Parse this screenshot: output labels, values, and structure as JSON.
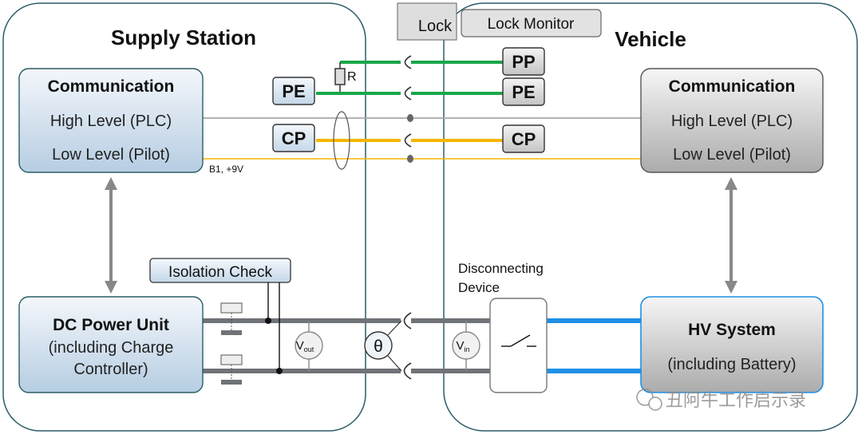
{
  "supply_station": {
    "title": "Supply Station",
    "communication": {
      "title": "Communication",
      "high": "High Level (PLC)",
      "low": "Low Level (Pilot)"
    },
    "dc_power_unit": {
      "line1": "DC Power Unit",
      "line2": "(including Charge",
      "line3": "Controller)"
    },
    "isolation_check": "Isolation Check",
    "pe": "PE",
    "cp": "CP",
    "resistor": "R",
    "b1_label": "B1, +9V",
    "vout": {
      "main": "V",
      "sub": "out"
    },
    "theta": "θ"
  },
  "vehicle": {
    "title": "Vehicle",
    "communication": {
      "title": "Communication",
      "high": "High Level (PLC)",
      "low": "Low Level (Pilot)"
    },
    "hv_system": {
      "line1": "HV System",
      "line2": "(including Battery)"
    },
    "pp": "PP",
    "pe": "PE",
    "cp": "CP",
    "disconnecting": {
      "line1": "Disconnecting",
      "line2": "Device"
    },
    "vin": {
      "main": "V",
      "sub": "in"
    }
  },
  "lock": {
    "label": "Lock",
    "monitor": "Lock Monitor"
  },
  "watermark": "丑阿牛工作启示录",
  "colors": {
    "green": "#1aa64a",
    "yellow": "#f5b700",
    "gray_bus": "#6f7378",
    "blue_hv": "#1e8fe6",
    "outline": "#2a5d66",
    "station_box_top": "#f4f7fb",
    "station_box_bottom": "#b5cde2",
    "vehicle_box_top": "#f5f5f5",
    "vehicle_box_bottom": "#b0b0b0"
  }
}
